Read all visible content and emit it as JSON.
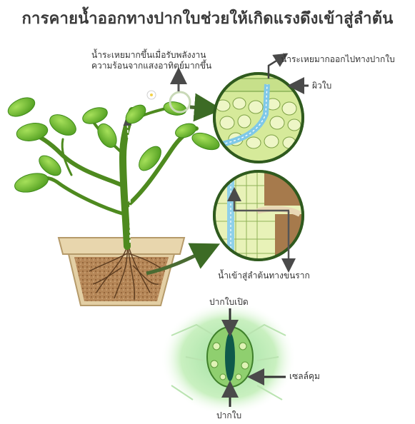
{
  "title": "การคายน้ำออกทางปากใบช่วยให้เกิดแรงดึงเข้าสู่ลำต้น",
  "labels": {
    "water_rise_line1": "น้ำระเหยมากขึ้นเมื่อรับพลังงาน",
    "water_rise_line2": "ความร้อนจากแสงอาทิตย์มากขึ้น",
    "water_exit": "น้ำระเหยมากออกไปทางปากใบ",
    "leaf_skin": "ผิวใบ",
    "root_entry": "น้ำเข้าสู่ลำต้นทางขนราก",
    "stoma_open": "ปากใบเปิด",
    "guard_cell": "เซลล์คุม",
    "stoma": "ปากใบ"
  },
  "colors": {
    "leaf": "#6fbf2e",
    "leaf_dark": "#3f8a1a",
    "stem": "#4e8a1f",
    "pot": "#e3cfa4",
    "soil": "#a87a4f",
    "cell": "#e9f3b9",
    "xylem": "#7fc8e8"
  }
}
